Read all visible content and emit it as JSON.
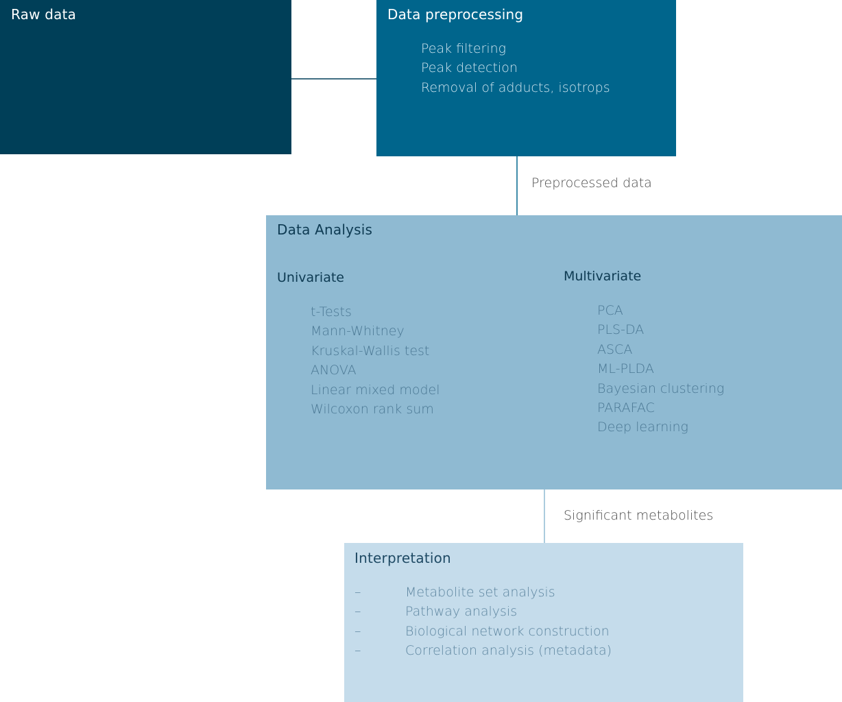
{
  "raw_data": {
    "title": "Raw data"
  },
  "preprocessing": {
    "title": "Data preprocessing",
    "items": [
      "Peak filtering",
      "Peak detection",
      "Removal of adducts, isotrops"
    ]
  },
  "edge_preprocessed": "Preprocessed data",
  "analysis": {
    "title": "Data Analysis",
    "univariate": {
      "heading": "Univariate",
      "items": [
        "t-Tests",
        "Mann-Whitney",
        "Kruskal-Wallis test",
        "ANOVA",
        "Linear mixed model",
        "Wilcoxon rank sum"
      ]
    },
    "multivariate": {
      "heading": "Multivariate",
      "items": [
        "PCA",
        "PLS-DA",
        "ASCA",
        "ML-PLDA",
        "Bayesian clustering",
        "PARAFAC",
        "Deep learning"
      ]
    }
  },
  "edge_significant": "Significant metabolites",
  "interpretation": {
    "title": "Interpretation",
    "bullet": "–",
    "items": [
      "Metabolite set analysis",
      "Pathway analysis",
      "Biological network construction",
      "Correlation analysis (metadata)"
    ]
  },
  "colors": {
    "raw_bg": "#003f58",
    "pre_bg": "#00658c",
    "analysis_bg": "#8fbad2",
    "interp_bg": "#c5dceb",
    "arrow_dark": "#003f58",
    "arrow_mid": "#00658c",
    "arrow_light": "#8fbad2"
  }
}
